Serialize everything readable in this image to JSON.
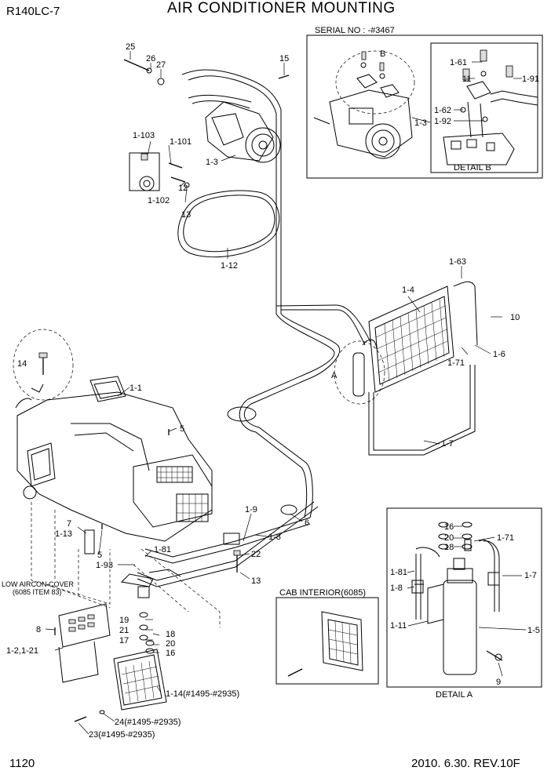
{
  "header": {
    "model": "R140LC-7",
    "title": "AIR CONDITIONER MOUNTING"
  },
  "boxes": {
    "serial_box_label": "SERIAL NO : -#3467",
    "detail_b": "DETAIL B",
    "detail_a": "DETAIL A",
    "cab_interior": "CAB INTERIOR(6085)",
    "low_cover_line1": "LOW AIRCON COVER",
    "low_cover_line2": "(6085 ITEM 83)"
  },
  "callouts": [
    {
      "id": "c25",
      "text": "25"
    },
    {
      "id": "c26",
      "text": "26"
    },
    {
      "id": "c27",
      "text": "27"
    },
    {
      "id": "c15",
      "text": "15"
    },
    {
      "id": "c1-103",
      "text": "1-103"
    },
    {
      "id": "c1-101",
      "text": "1-101"
    },
    {
      "id": "c1-3",
      "text": "1-3"
    },
    {
      "id": "c12",
      "text": "12"
    },
    {
      "id": "c1-102",
      "text": "1-102"
    },
    {
      "id": "c13a",
      "text": "13"
    },
    {
      "id": "c1-12",
      "text": "1-12"
    },
    {
      "id": "cB",
      "text": "B"
    },
    {
      "id": "c1-61",
      "text": "1-61"
    },
    {
      "id": "c11",
      "text": "11"
    },
    {
      "id": "c1-91",
      "text": "1-91"
    },
    {
      "id": "c1-62",
      "text": "1-62"
    },
    {
      "id": "c1-92",
      "text": "1-92"
    },
    {
      "id": "c1-3b",
      "text": "1-3"
    },
    {
      "id": "c1-63",
      "text": "1-63"
    },
    {
      "id": "c1-4",
      "text": "1-4"
    },
    {
      "id": "c10",
      "text": "10"
    },
    {
      "id": "c1-71",
      "text": "1-71"
    },
    {
      "id": "c1-6",
      "text": "1-6"
    },
    {
      "id": "cA",
      "text": "A"
    },
    {
      "id": "c14",
      "text": "14"
    },
    {
      "id": "c1-1",
      "text": "1-1"
    },
    {
      "id": "c5a",
      "text": "5"
    },
    {
      "id": "c1-7",
      "text": "1-7"
    },
    {
      "id": "c1-9",
      "text": "1-9"
    },
    {
      "id": "c6",
      "text": "6"
    },
    {
      "id": "c1-8",
      "text": "1-8"
    },
    {
      "id": "c7",
      "text": "7"
    },
    {
      "id": "c1-13",
      "text": "1-13"
    },
    {
      "id": "c5b",
      "text": "5"
    },
    {
      "id": "c1-81",
      "text": "1-81"
    },
    {
      "id": "c22",
      "text": "22"
    },
    {
      "id": "c1-93",
      "text": "1-93"
    },
    {
      "id": "c13b",
      "text": "13"
    },
    {
      "id": "c19",
      "text": "19"
    },
    {
      "id": "c21",
      "text": "21"
    },
    {
      "id": "c17",
      "text": "17"
    },
    {
      "id": "c18a",
      "text": "18"
    },
    {
      "id": "c20a",
      "text": "20"
    },
    {
      "id": "c16a",
      "text": "16"
    },
    {
      "id": "c8",
      "text": "8"
    },
    {
      "id": "c1-2",
      "text": "1-2,1-21"
    },
    {
      "id": "c1-14",
      "text": "1-14(#1495-#2935)"
    },
    {
      "id": "c24",
      "text": "24(#1495-#2935)"
    },
    {
      "id": "c23",
      "text": "23(#1495-#2935)"
    },
    {
      "id": "c16b",
      "text": "16"
    },
    {
      "id": "c20b",
      "text": "20"
    },
    {
      "id": "c18b",
      "text": "18"
    },
    {
      "id": "c1-71b",
      "text": "1-71"
    },
    {
      "id": "c1-81b",
      "text": "1-81"
    },
    {
      "id": "c1-7b",
      "text": "1-7"
    },
    {
      "id": "c1-8b",
      "text": "1-8"
    },
    {
      "id": "c1-11",
      "text": "1-11"
    },
    {
      "id": "c1-5",
      "text": "1-5"
    },
    {
      "id": "c9",
      "text": "9"
    }
  ],
  "footer": {
    "page": "1120",
    "revision": "2010. 6.30.  REV.10F"
  }
}
